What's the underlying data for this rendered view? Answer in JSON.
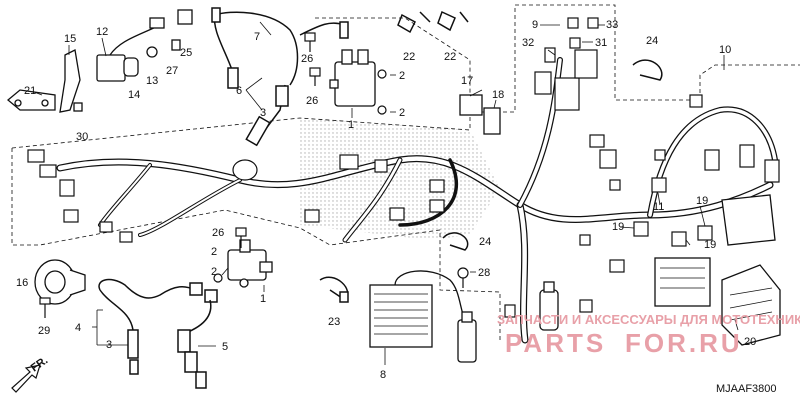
{
  "diagram": {
    "code": "MJAAF3800",
    "direction_label": "FR.",
    "callouts": [
      "1",
      "2",
      "3",
      "4",
      "5",
      "6",
      "7",
      "8",
      "9",
      "10",
      "11",
      "12",
      "13",
      "14",
      "15",
      "16",
      "17",
      "18",
      "19",
      "20",
      "21",
      "22",
      "23",
      "24",
      "25",
      "26",
      "27",
      "28",
      "29",
      "30",
      "31",
      "32",
      "33"
    ]
  },
  "watermark": {
    "line1": "ЗАПЧАСТИ И АКСЕССУАРЫ ДЛЯ МОТОТЕХНИКИ",
    "logo_left": "PARTS",
    "logo_right": "FOR.RU",
    "color": "#e8a0a8"
  },
  "colors": {
    "ink": "#111111",
    "screen": "#bdbdbd"
  }
}
